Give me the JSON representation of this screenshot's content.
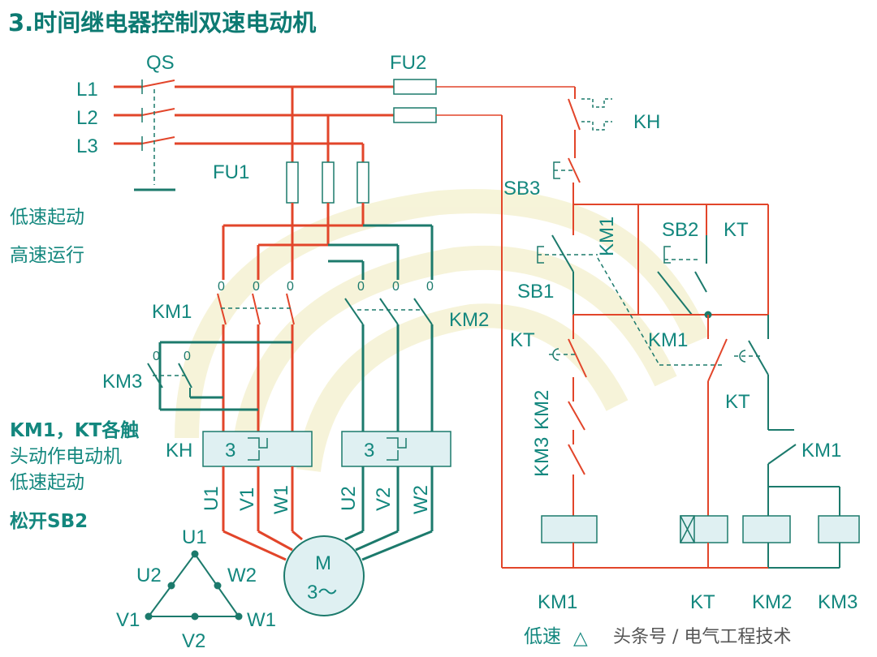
{
  "title": "3.时间继电器控制双速电动机",
  "labels": {
    "qs": "QS",
    "fu2": "FU2",
    "fu1": "FU1",
    "l1": "L1",
    "l2": "L2",
    "l3": "L3",
    "km1_main": "KM1",
    "km2_main": "KM2",
    "km3_main": "KM3",
    "kh_main": "KH",
    "kh_ctrl": "KH",
    "sb3": "SB3",
    "sb1": "SB1",
    "sb2": "SB2",
    "kt_top": "KT",
    "km1_ctrl_top": "KM1",
    "kt_ctrl_left": "KT",
    "km1_ctrl_mid": "KM1",
    "kt_ctrl_mid": "KT",
    "km1_ctrl_low": "KM1",
    "km2_ctrl": "KM2",
    "km3_ctrl": "KM3",
    "relay_num_1": "3",
    "relay_num_2": "3",
    "u1": "U1",
    "v1": "V1",
    "w1": "W1",
    "u2": "U2",
    "v2": "V2",
    "w2": "W2",
    "motor_m": "M",
    "motor_phase": "3～",
    "tri_u1": "U1",
    "tri_u2": "U2",
    "tri_w2": "W2",
    "tri_v1": "V1",
    "tri_w1": "W1",
    "tri_v2": "V2",
    "coil_km1": "KM1",
    "coil_kt": "KT",
    "coil_km2": "KM2",
    "coil_km3": "KM3"
  },
  "notes": {
    "low_start": "低速起动",
    "high_run": "高速运行",
    "action_1": "KM1，KT各触",
    "action_2": "头动作电动机",
    "action_3": "低速起动",
    "release": "松开SB2"
  },
  "footer": {
    "speed": "低速",
    "delta": "△",
    "watermark": "头条号 / 电气工程技术"
  },
  "colors": {
    "live_wire": "#e2452a",
    "dead_wire": "#1c7a6c",
    "text": "#13877e",
    "component_fill": "#dff0f2"
  }
}
